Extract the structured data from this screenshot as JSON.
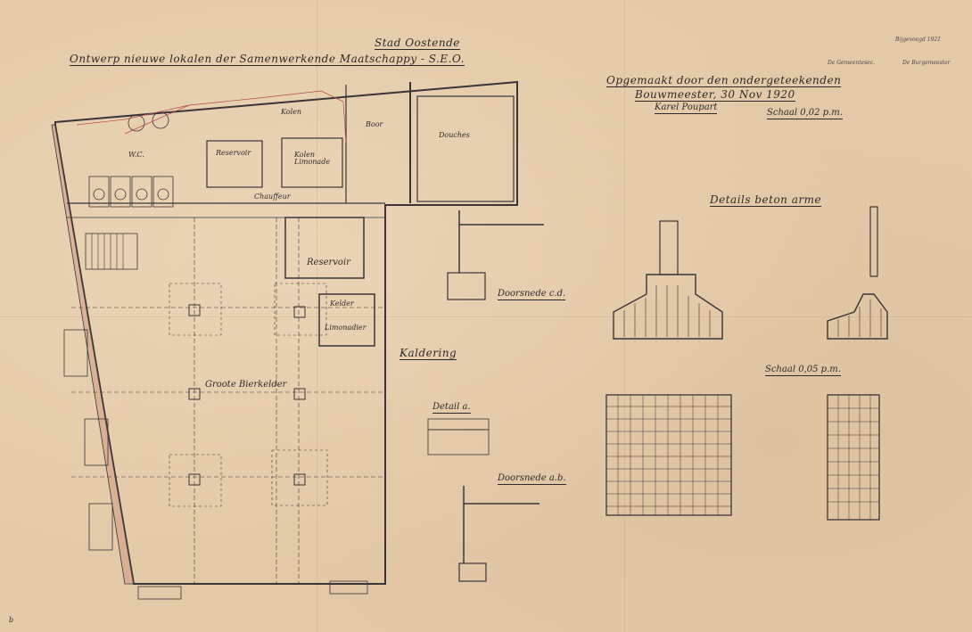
{
  "header": {
    "city": "Stad Oostende",
    "project": "Ontwerp nieuwe lokalen der Samenwerkende Maatschappy - S.E.O.",
    "drawn_by_line": "Opgemaakt door den ondergeteekenden",
    "architect_line": "Bouwmeester, 30 Nov 1920",
    "signature": "Karel Poupart",
    "scale_main": "Schaal 0,02 p.m."
  },
  "rooms": {
    "kolen": "Kolen",
    "wc": "W.C.",
    "kolen_limonade": "Kolen Limonade",
    "douches": "Douches",
    "boor": "Boor",
    "chauffeur": "Chauffeur",
    "reservoir": "Reservoir",
    "kelder": "Kelder",
    "limonadier": "Limonadier",
    "groote_bierkelder": "Groote Bierkelder"
  },
  "sections": {
    "doorsnede_cd": "Doorsnede c.d.",
    "kaldering": "Kaldering",
    "detail_a": "Detail a.",
    "doorsnede_ab": "Doorsnede a.b.",
    "details_beton": "Details beton arme",
    "scale_detail": "Schaal 0,05 p.m."
  },
  "stamps": {
    "left": "De Gemeentesec.",
    "right": "De Burgemeester",
    "corner": "Bijgevoegd 1921",
    "sheet_no": "b"
  }
}
